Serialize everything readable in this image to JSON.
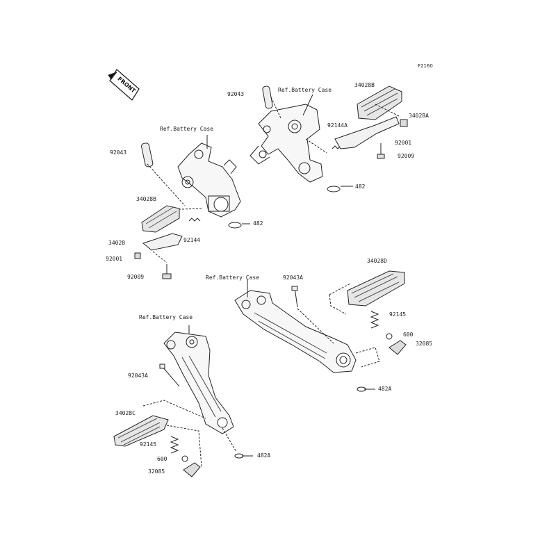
{
  "diagram": {
    "code": "F2160",
    "front_label": "FRONT",
    "reference": "Ref.Battery Case",
    "parts": {
      "p92043_top": "92043",
      "ref_top": "Ref.Battery Case",
      "p34028B_top": "34028B",
      "p34028A": "34028A",
      "p92144A": "92144A",
      "p92001_top": "92001",
      "p92009_top": "92009",
      "p482_top": "482",
      "ref_left": "Ref.Battery Case",
      "p92043_left": "92043",
      "p34028B_left": "34028B",
      "p482_left": "482",
      "p34028": "34028",
      "p92144": "92144",
      "p92001_left": "92001",
      "p92009_left": "92009",
      "ref_right": "Ref.Battery Case",
      "p92043A_right": "92043A",
      "p34028D": "34028D",
      "p92145_right": "92145",
      "p600_right": "600",
      "p32085_right": "32085",
      "p482A_right": "482A",
      "ref_bottom": "Ref.Battery Case",
      "p92043A_bottom": "92043A",
      "p34028C": "34028C",
      "p92145_bottom": "92145",
      "p600_bottom": "600",
      "p32085_bottom": "32085",
      "p482A_bottom": "482A"
    }
  }
}
